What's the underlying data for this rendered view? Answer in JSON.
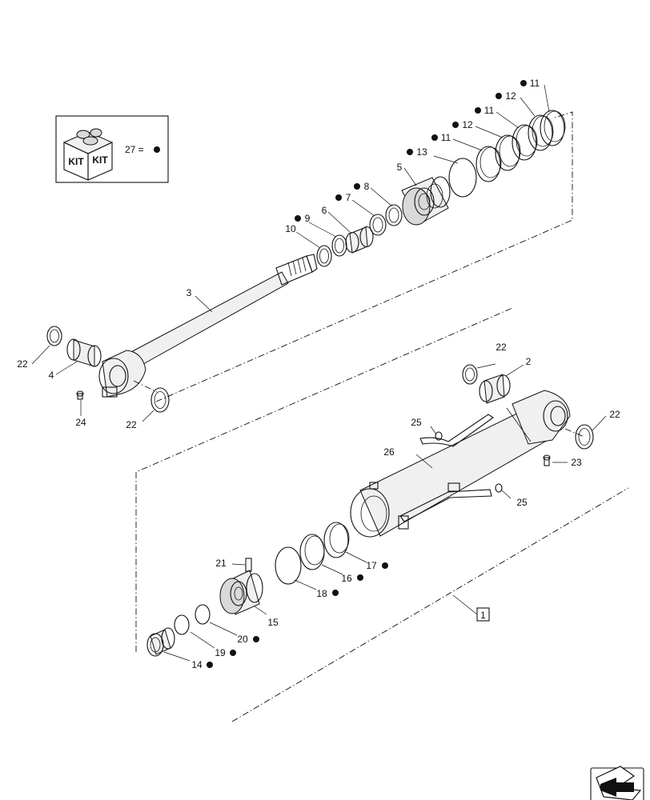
{
  "kit_legend": {
    "box_text_left": "KIT",
    "box_text_right": "KIT",
    "legend_text": "27 ="
  },
  "callouts": {
    "p1": "1",
    "p2": "2",
    "p3": "3",
    "p4": "4",
    "p5": "5",
    "p6": "6",
    "p7": "7",
    "p8": "8",
    "p9": "9",
    "p10": "10",
    "p11a": "11",
    "p11b": "11",
    "p11c": "11",
    "p12a": "12",
    "p12b": "12",
    "p13": "13",
    "p14": "14",
    "p15": "15",
    "p16": "16",
    "p17": "17",
    "p18": "18",
    "p19": "19",
    "p20": "20",
    "p21": "21",
    "p22a": "22",
    "p22b": "22",
    "p22c": "22",
    "p22d": "22",
    "p23": "23",
    "p24": "24",
    "p25a": "25",
    "p25b": "25",
    "p26": "26"
  },
  "nav_icon": "previous-page-arrow-icon"
}
